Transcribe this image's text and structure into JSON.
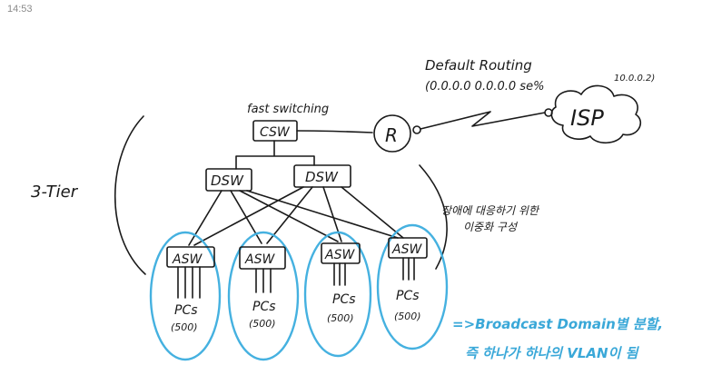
{
  "timestamp": "14:53",
  "colors": {
    "ink": "#1a1a1a",
    "highlight": "#45b1e0"
  },
  "labels": {
    "default_routing": "Default Routing",
    "route_cmd": "(0.0.0.0 0.0.0.0 se%",
    "next_hop": "10.0.0.2)",
    "fast_switching": "fast switching",
    "csw": "CSW",
    "router": "R",
    "isp": "ISP",
    "tier": "3-Tier",
    "dsw1": "DSW",
    "dsw2": "DSW",
    "redundancy_line1": "장애에 대응하기 위한",
    "redundancy_line2": "이중화 구성",
    "broadcast_line1": "=>Broadcast Domain별 분할,",
    "broadcast_line2": "즉 하나가 하나의 VLAN이 됨"
  },
  "access_groups": [
    {
      "switch": "ASW",
      "pcs": "PCs",
      "count": "(500)"
    },
    {
      "switch": "ASW",
      "pcs": "PCs",
      "count": "(500)"
    },
    {
      "switch": "ASW",
      "pcs": "PCs",
      "count": "(500)"
    },
    {
      "switch": "ASW",
      "pcs": "PCs",
      "count": "(500)"
    }
  ]
}
